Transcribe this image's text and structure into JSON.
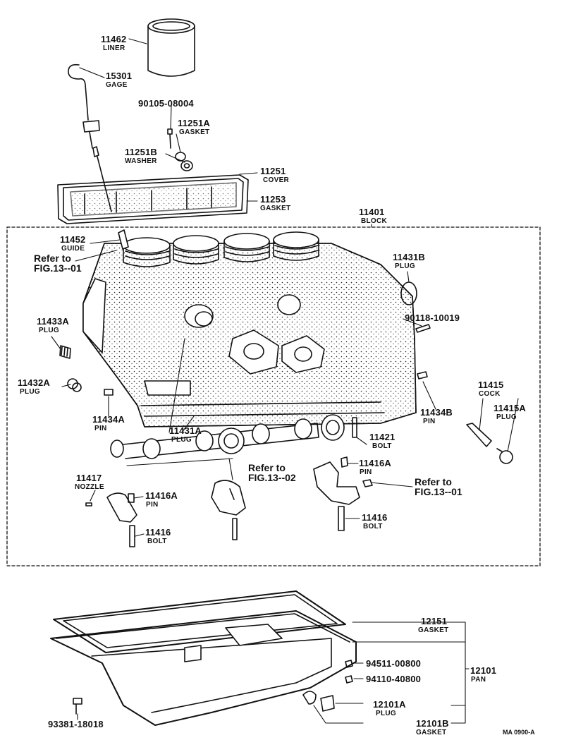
{
  "labels": {
    "liner": {
      "num": "11462",
      "name": "LINER"
    },
    "gage": {
      "num": "15301",
      "name": "GAGE"
    },
    "bolt_90105": {
      "num": "90105-08004"
    },
    "gasket_11251a": {
      "num": "11251A",
      "name": "GASKET"
    },
    "washer_11251b": {
      "num": "11251B",
      "name": "WASHER"
    },
    "cover_11251": {
      "num": "11251",
      "name": "COVER"
    },
    "gasket_11253": {
      "num": "11253",
      "name": "GASKET"
    },
    "block_11401": {
      "num": "11401",
      "name": "BLOCK"
    },
    "guide_11452": {
      "num": "11452",
      "name": "GUIDE"
    },
    "refer_fig1301_top": {
      "line1": "Refer to",
      "line2": "FIG.13--01"
    },
    "plug_11431b": {
      "num": "11431B",
      "name": "PLUG"
    },
    "stud_90118": {
      "num": "90118-10019"
    },
    "plug_11433a": {
      "num": "11433A",
      "name": "PLUG"
    },
    "plug_11432a": {
      "num": "11432A",
      "name": "PLUG"
    },
    "pin_11434a": {
      "num": "11434A",
      "name": "PIN"
    },
    "plug_11431a": {
      "num": "11431A",
      "name": "PLUG"
    },
    "cock_11415": {
      "num": "11415",
      "name": "COCK"
    },
    "plug_11415a": {
      "num": "11415A",
      "name": "PLUG"
    },
    "pin_11434b": {
      "num": "11434B",
      "name": "PIN"
    },
    "bolt_11421": {
      "num": "11421",
      "name": "BOLT"
    },
    "refer_fig1302": {
      "line1": "Refer to",
      "line2": "FIG.13--02"
    },
    "pin_11416a_right": {
      "num": "11416A",
      "name": "PIN"
    },
    "refer_fig1301_right": {
      "line1": "Refer to",
      "line2": "FIG.13--01"
    },
    "nozzle_11417": {
      "num": "11417",
      "name": "NOZZLE"
    },
    "pin_11416a_left": {
      "num": "11416A",
      "name": "PIN"
    },
    "bolt_11416_left": {
      "num": "11416",
      "name": "BOLT"
    },
    "bolt_11416_right": {
      "num": "11416",
      "name": "BOLT"
    },
    "gasket_12151": {
      "num": "12151",
      "name": "GASKET"
    },
    "part_94511": {
      "num": "94511-00800"
    },
    "pan_12101": {
      "num": "12101",
      "name": "PAN"
    },
    "part_94110": {
      "num": "94110-40800"
    },
    "plug_12101a": {
      "num": "12101A",
      "name": "PLUG"
    },
    "gasket_12101b": {
      "num": "12101B",
      "name": "GASKET"
    },
    "part_93381": {
      "num": "93381-18018"
    }
  },
  "footer_code": "MA 0900-A"
}
